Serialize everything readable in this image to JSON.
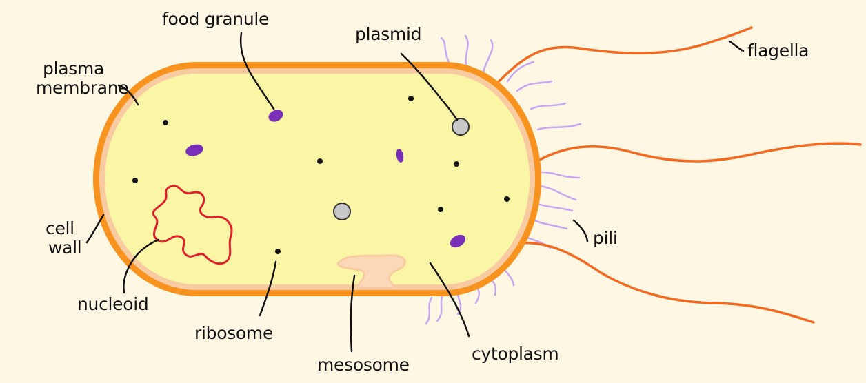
{
  "colors": {
    "background": "#FDF7E3",
    "cytoplasm": "#FBF6A6",
    "cell_wall": "#F7931E",
    "plasma_membrane": "#F8CBA3",
    "flagella": "#F26A21",
    "pili": "#C7A6F2",
    "nucleoid": "#E0202A",
    "food_granule": "#7A2FB8",
    "ribosome": "#111111",
    "plasmid": "#C8C8C8",
    "leader_line": "#111111"
  },
  "labels": {
    "food_granule": "food granule",
    "plasmid": "plasmid",
    "flagella": "flagella",
    "plasma_membrane_line1": "plasma",
    "plasma_membrane_line2": "membrane",
    "cell_wall_line1": "cell",
    "cell_wall_line2": "wall",
    "nucleoid": "nucleoid",
    "ribosome": "ribosome",
    "mesosome": "mesosome",
    "cytoplasm": "cytoplasm",
    "pili": "pili"
  }
}
